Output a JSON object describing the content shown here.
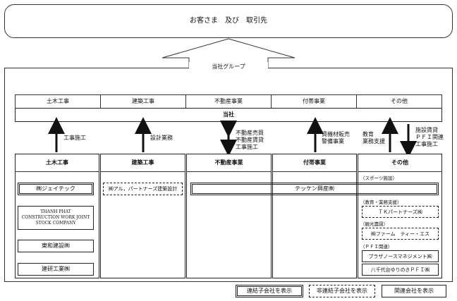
{
  "top_banner": "お客さま　及び　取引先",
  "group_label": "当社グループ",
  "segments": [
    "土木工事",
    "建築工事",
    "不動産事業",
    "付帯事業",
    "その他"
  ],
  "company": "当社",
  "flows": {
    "civil": "工事施工",
    "building": "設計業務",
    "realestate": [
      "不動産売買",
      "不動産賃貸",
      "工事施工"
    ],
    "ancillary": [
      "資機材販売",
      "警備事業"
    ],
    "other_left": [
      "教育",
      "業務支援"
    ],
    "other_right": [
      "施設賃貸",
      "ＰＦＩ関連",
      "工事施工"
    ]
  },
  "columns": {
    "civil": {
      "header": "土木工事",
      "companies": [
        "㈱ジェイテック",
        "THANH PHAT CONSTRUCTION WORK JOINT STOCK COMPANY",
        "東和建設㈱",
        "建研工業㈱"
      ]
    },
    "building": {
      "header": "建築工事",
      "companies": [
        "㈱アル，パートナーズ建築設計"
      ]
    },
    "realestate": {
      "header": "不動産事業"
    },
    "ancillary": {
      "header": "付帯事業"
    },
    "other": {
      "header": "その他",
      "groups": [
        {
          "label": "（スポーツ施設）",
          "companies": []
        },
        {
          "label": "（教育・業務支援）",
          "companies": [
            "ＴＫパートナーズ㈱"
          ]
        },
        {
          "label": "（観光農園）",
          "companies": [
            "㈱ファーム　ティー・エス"
          ]
        },
        {
          "label": "（ＰＦＩ関連）",
          "companies": [
            "プラザノースマネジメント㈱",
            "八千代台ゆりのきＰＦＩ㈱"
          ]
        }
      ]
    }
  },
  "tekken_kosan": "テッケン興産㈱",
  "legend": [
    "連結子会社を表示",
    "非連結子会社を表示",
    "関連会社を表示"
  ]
}
